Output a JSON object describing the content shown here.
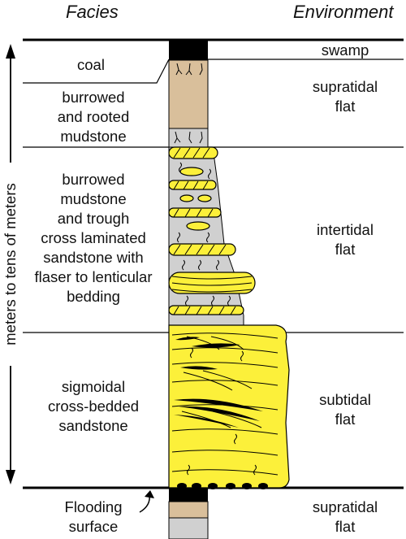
{
  "headers": {
    "facies": "Facies",
    "environment": "Environment"
  },
  "scale_label": "meters to tens of meters",
  "facies": {
    "coal": "coal",
    "burrowed_rooted": [
      "burrowed",
      "and rooted",
      "mudstone"
    ],
    "heterolithic": [
      "burrowed",
      "mudstone",
      "and trough",
      "cross laminated",
      "sandstone with",
      "flaser to lenticular",
      "bedding"
    ],
    "sigmoidal": [
      "sigmoidal",
      "cross-bedded",
      "sandstone"
    ],
    "flooding": [
      "Flooding",
      "surface"
    ]
  },
  "environments": {
    "swamp": "swamp",
    "supratidal_top": [
      "supratidal",
      "flat"
    ],
    "intertidal": [
      "intertidal",
      "flat"
    ],
    "subtidal": [
      "subtidal",
      "flat"
    ],
    "supratidal_bottom": [
      "supratidal",
      "flat"
    ]
  },
  "colors": {
    "coal": "#000000",
    "mudstone": "#d9bf9b",
    "heterolithic_mud": "#d0d0d0",
    "sandstone": "#fcf03a",
    "outline": "#000000"
  }
}
